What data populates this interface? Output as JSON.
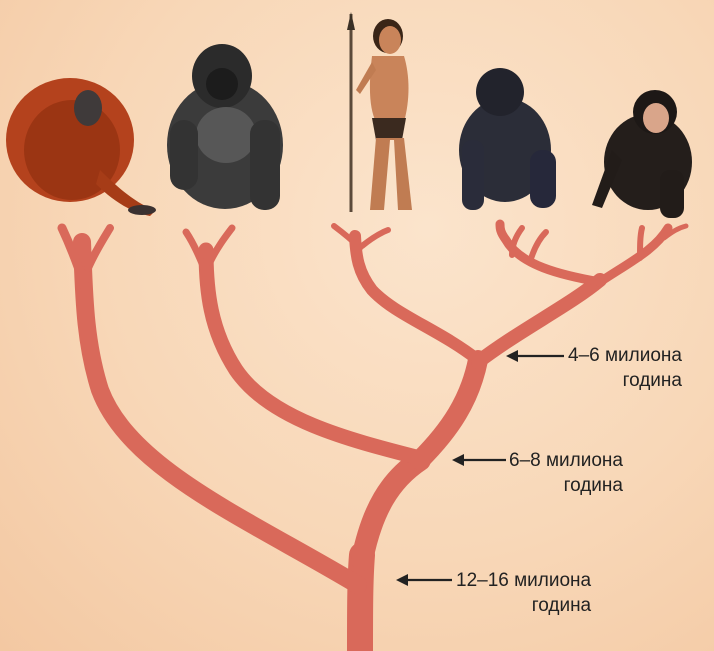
{
  "branch_points": [
    {
      "id": "split-1",
      "line1": "4–6 милиона",
      "line2": "година"
    },
    {
      "id": "split-2",
      "line1": "6–8 милиона",
      "line2": "година"
    },
    {
      "id": "split-3",
      "line1": "12–16 милиона",
      "line2": "година"
    }
  ],
  "species_icons": [
    "orangutan-icon",
    "gorilla-icon",
    "human-icon",
    "bonobo-icon",
    "chimpanzee-icon"
  ],
  "colors": {
    "background": "#f8d7b7",
    "tree": "#d9695a",
    "orangutan": "#b4421d",
    "gorilla": "#3b3b3b",
    "human": "#c9845a",
    "bonobo": "#2b2d38",
    "chimpanzee": "#241e1b",
    "arrow": "#222222"
  }
}
